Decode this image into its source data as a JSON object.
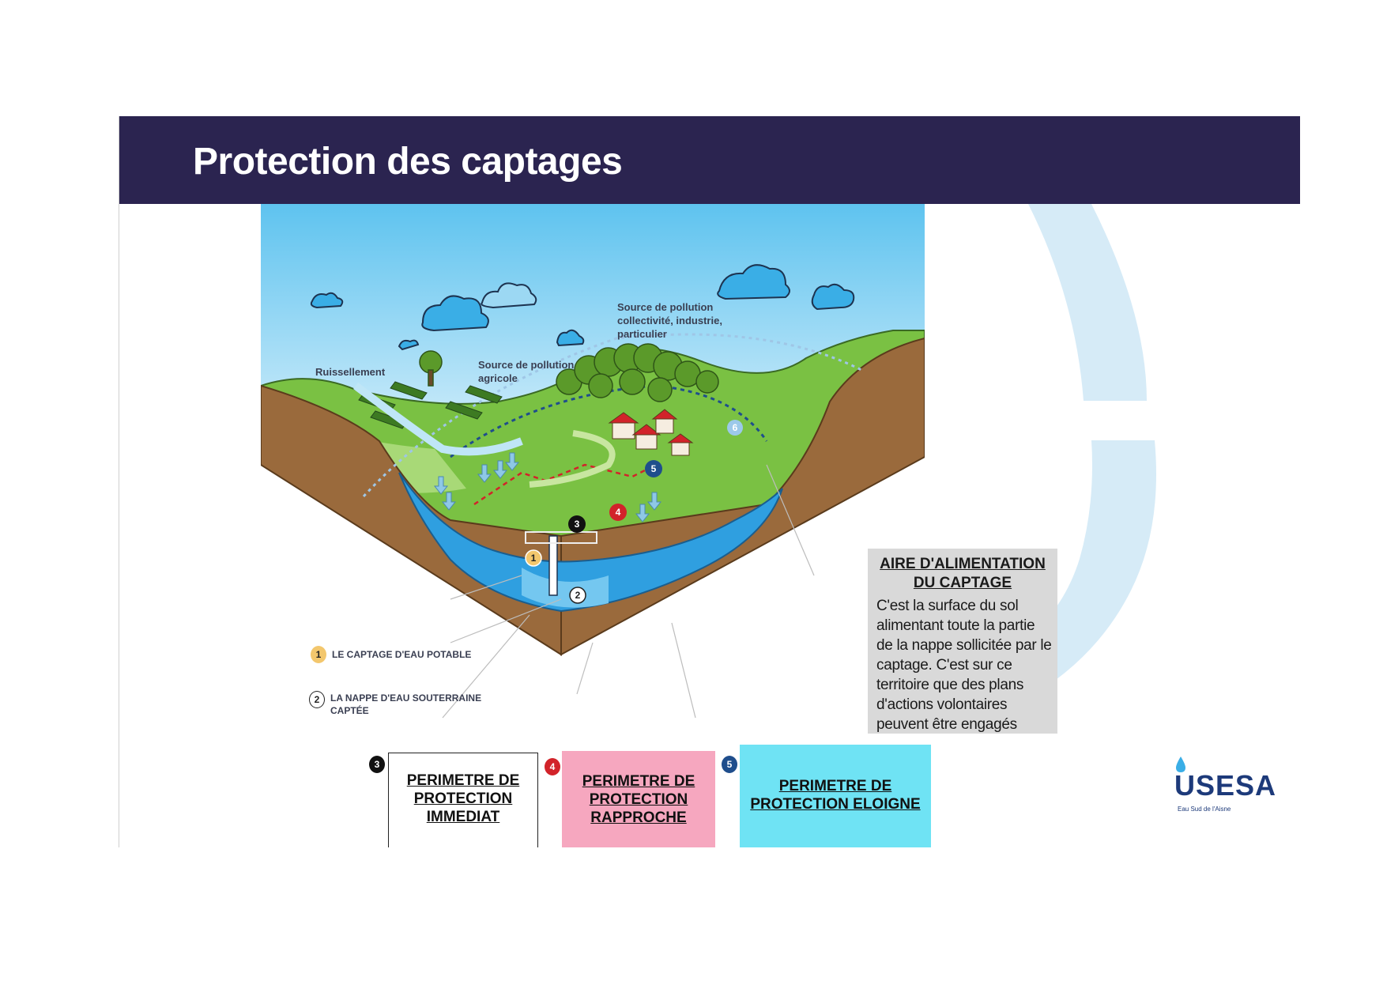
{
  "slide": {
    "title": "Protection des captages"
  },
  "illustration": {
    "labels": {
      "ruissellement": "Ruissellement",
      "source_agricole_1": "Source de pollution",
      "source_agricole_2": "agricole",
      "source_collectivite_1": "Source de pollution",
      "source_collectivite_2": "collectivité, industrie,",
      "source_collectivite_3": "particulier"
    },
    "legend": [
      {
        "num": "1",
        "text": "LE CAPTAGE D'EAU POTABLE",
        "color": "#f3c76d"
      },
      {
        "num": "2",
        "text_line1": "LA NAPPE D'EAU SOUTERRAINE",
        "text_line2": "CAPTÉE",
        "color": "#ffffff"
      }
    ],
    "markers": [
      {
        "num": "1",
        "color": "#f3c76d"
      },
      {
        "num": "2",
        "color": "#ffffff"
      },
      {
        "num": "3",
        "color": "#111111"
      },
      {
        "num": "4",
        "color": "#d2232a"
      },
      {
        "num": "5",
        "color": "#1f4e8c"
      },
      {
        "num": "6",
        "color": "#9cc9ea"
      }
    ]
  },
  "callout": {
    "title_line1": "AIRE D'ALIMENTATION",
    "title_line2": "DU CAPTAGE",
    "body": "C'est la surface du sol alimentant toute la partie de la nappe sollicitée par le captage. C'est sur ce territoire que des plans d'actions volontaires peuvent être engagés"
  },
  "boxes": [
    {
      "num": "3",
      "line1": "PERIMETRE DE",
      "line2": "PROTECTION",
      "line3": "IMMEDIAT",
      "badge_color": "#111111",
      "bg": "#ffffff"
    },
    {
      "num": "4",
      "line1": "PERIMETRE DE",
      "line2": "PROTECTION",
      "line3": "RAPPROCHE",
      "badge_color": "#d2232a",
      "bg": "#f6a7bf"
    },
    {
      "num": "5",
      "line1": "PERIMETRE DE",
      "line2": "PROTECTION ELOIGNE",
      "badge_color": "#1f4e8c",
      "bg": "#6fe3f4"
    }
  ],
  "logo": {
    "name": "USESA",
    "tagline": "Eau Sud de l'Aisne"
  },
  "colors": {
    "header": "#2b2450",
    "sky": "#8fd3f0",
    "grass": "#7ac143",
    "soil": "#9a6a3c",
    "water": "#2f9fe0"
  }
}
